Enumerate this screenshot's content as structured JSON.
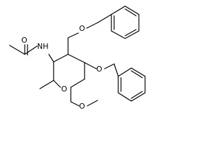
{
  "molecule": {
    "atoms": {
      "nh": "NH",
      "o_carbonyl": "O",
      "o_benzyloxy_upper": "O",
      "o_benzyloxy_lower": "O",
      "o_ring": "O",
      "o_methoxy": "O"
    }
  }
}
